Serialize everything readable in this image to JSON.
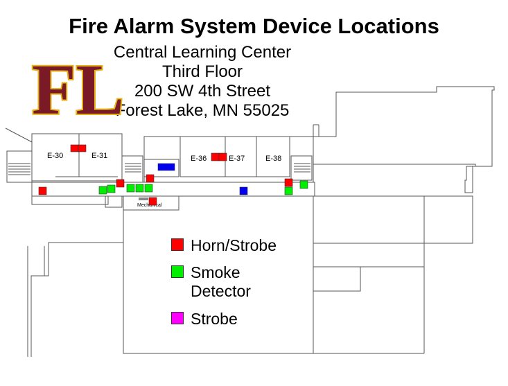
{
  "title": "Fire Alarm System Device Locations",
  "logo": {
    "text": "FL",
    "fill": "#7a1a26",
    "outline": "#e7b21a"
  },
  "address": {
    "line1": "Central Learning Center",
    "line2": "Third Floor",
    "line3": "200 SW 4th Street",
    "line4": "Forest Lake, MN  55025"
  },
  "rooms": [
    {
      "id": "room-e30",
      "label": "E-30"
    },
    {
      "id": "room-e31",
      "label": "E-31"
    },
    {
      "id": "room-e36",
      "label": "E-36"
    },
    {
      "id": "room-e37",
      "label": "E-37"
    },
    {
      "id": "room-e38",
      "label": "E-38"
    },
    {
      "id": "room-mechanical",
      "label": "Mechanical"
    }
  ],
  "legend": [
    {
      "label": "Horn/Strobe",
      "color": "#ff0000"
    },
    {
      "label": "Smoke",
      "label2": "Detector",
      "color": "#00ee00"
    },
    {
      "label": "Strobe",
      "color": "#ff00ff"
    }
  ],
  "device_colors": {
    "horn_strobe": "#ff0000",
    "smoke_detector": "#00ee00",
    "other": "#0000ee"
  }
}
